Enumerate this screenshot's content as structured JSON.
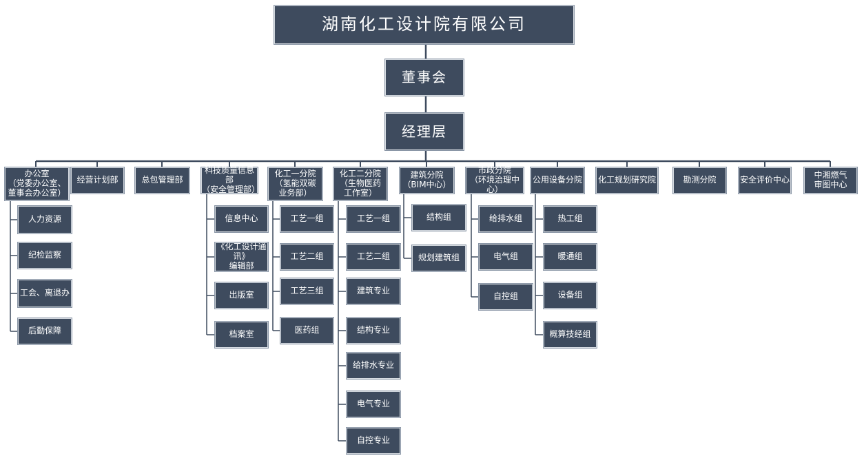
{
  "org": {
    "company": "湖南化工设计院有限公司",
    "board": "董事会",
    "management": "经理层",
    "departments": [
      {
        "label": "办公室\n（党委办公室、\n董事会办公室）",
        "children": [
          "人力资源",
          "纪检监察",
          "工会、离退办",
          "后勤保障"
        ]
      },
      {
        "label": "经营计划部",
        "children": []
      },
      {
        "label": "总包管理部",
        "children": []
      },
      {
        "label": "科技质量信息部\n（安全管理部）",
        "children": [
          "信息中心",
          "《化工设计通讯》\n编辑部",
          "出版室",
          "档案室"
        ]
      },
      {
        "label": "化工一分院\n（氢能双碳\n业务部）",
        "children": [
          "工艺一组",
          "工艺二组",
          "工艺三组",
          "医药组"
        ]
      },
      {
        "label": "化工二分院\n（生物医药\n工作室）",
        "children": [
          "工艺一组",
          "工艺二组",
          "建筑专业",
          "结构专业",
          "给排水专业",
          "电气专业",
          "自控专业"
        ]
      },
      {
        "label": "建筑分院\n（BIM中心）",
        "children": [
          "结构组",
          "规划建筑组"
        ]
      },
      {
        "label": "市政分院\n（环境治理中心）",
        "children": [
          "给排水组",
          "电气组",
          "自控组"
        ]
      },
      {
        "label": "公用设备分院",
        "children": [
          "热工组",
          "暖通组",
          "设备组",
          "概算技经组"
        ]
      },
      {
        "label": "化工规划研究院",
        "children": []
      },
      {
        "label": "勘测分院",
        "children": []
      },
      {
        "label": "安全评价中心",
        "children": []
      },
      {
        "label": "中湘燃气\n审图中心",
        "children": []
      }
    ]
  },
  "colors": {
    "box": "#3e4b5e",
    "line": "#3e4b5e",
    "text": "#ffffff"
  }
}
